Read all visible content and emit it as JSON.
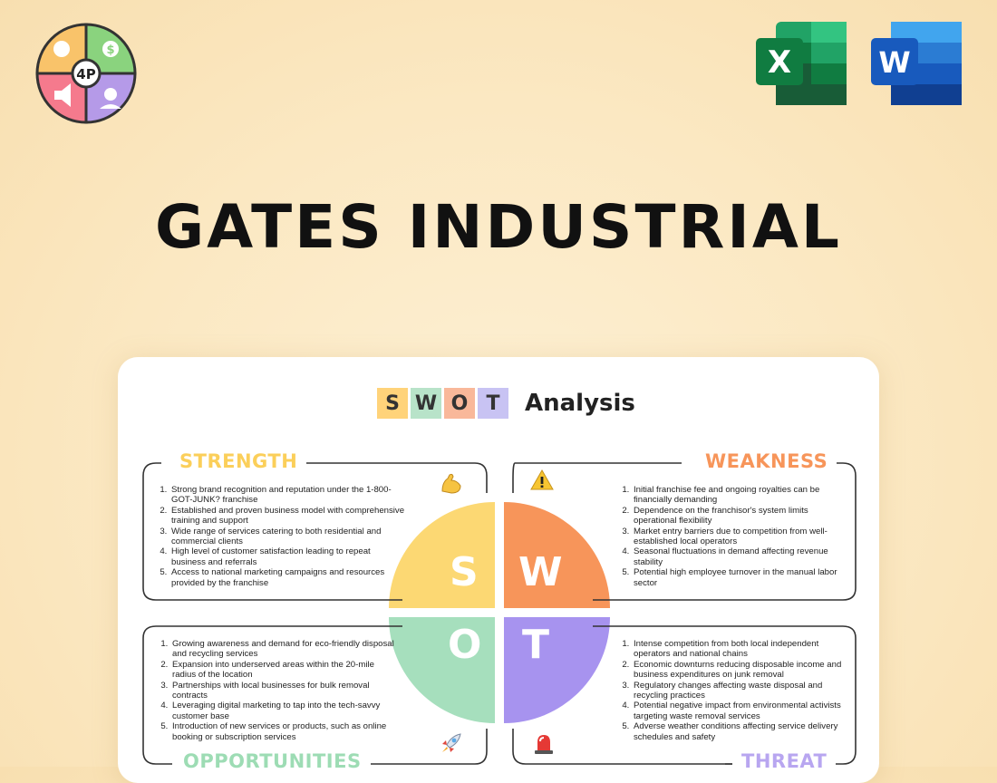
{
  "title": "GATES INDUSTRIAL",
  "logo": {
    "text": "4P",
    "colors": [
      "#f9c36a",
      "#8ad37e",
      "#f57a8d",
      "#b59ae8"
    ]
  },
  "apps": [
    {
      "name": "excel-icon",
      "letter": "X",
      "color": "#1d7a44"
    },
    {
      "name": "word-icon",
      "letter": "W",
      "color": "#185abd"
    }
  ],
  "swot": {
    "tiles": [
      {
        "letter": "S",
        "color": "#ffd37a"
      },
      {
        "letter": "W",
        "color": "#b8e3c9"
      },
      {
        "letter": "O",
        "color": "#f9b89a"
      },
      {
        "letter": "T",
        "color": "#c8c3f3"
      }
    ],
    "header": "Analysis",
    "strength": {
      "label": "STRENGTH",
      "color": "#fbcf5a",
      "items": [
        "Strong brand recognition and reputation under the 1-800-GOT-JUNK? franchise",
        "Established and proven business model with comprehensive training and support",
        "Wide range of services catering to both residential and commercial clients",
        "High level of customer satisfaction leading to repeat business and referrals",
        "Access to national marketing campaigns and resources provided by the franchise"
      ]
    },
    "weakness": {
      "label": "WEAKNESS",
      "color": "#f7955a",
      "items": [
        "Initial franchise fee and ongoing royalties can be financially demanding",
        "Dependence on the franchisor's system limits operational flexibility",
        "Market entry barriers due to competition from well-established local operators",
        "Seasonal fluctuations in demand affecting revenue stability",
        "Potential high employee turnover in the manual labor sector"
      ]
    },
    "opportunities": {
      "label": "OPPORTUNITIES",
      "color": "#9ddcb4",
      "items": [
        "Growing awareness and demand for eco-friendly disposal and recycling services",
        "Expansion into underserved areas within the 20-mile radius of the location",
        "Partnerships with local businesses for bulk removal contracts",
        "Leveraging digital marketing to tap into the tech-savvy customer base",
        "Introduction of new services or products, such as online booking or subscription services"
      ]
    },
    "threat": {
      "label": "THREAT",
      "color": "#b8a6f0",
      "items": [
        "Intense competition from both local independent operators and national chains",
        "Economic downturns reducing disposable income and business expenditures on junk removal",
        "Regulatory changes affecting waste disposal and recycling practices",
        "Potential negative impact from environmental activists targeting waste removal services",
        "Adverse weather conditions affecting service delivery schedules and safety"
      ]
    },
    "quadrant_letters": [
      "S",
      "W",
      "O",
      "T"
    ],
    "quadrant_colors": [
      "#fcd873",
      "#f7955a",
      "#a6dfbd",
      "#a793ef"
    ],
    "icons": [
      "flexed-biceps-icon",
      "warning-icon",
      "rocket-icon",
      "siren-icon"
    ]
  }
}
